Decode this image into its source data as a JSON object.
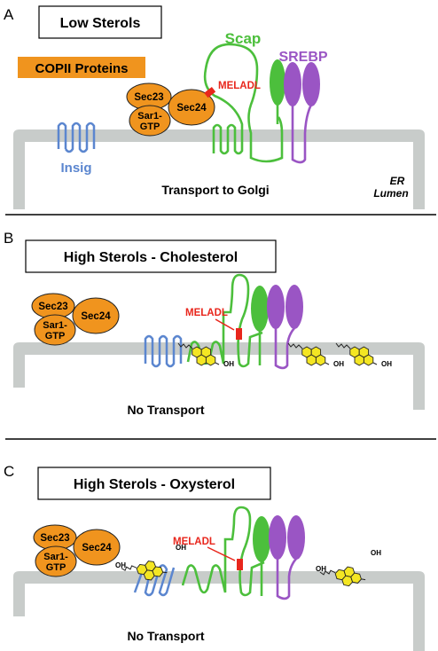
{
  "colors": {
    "membrane": "#c8ccca",
    "cop": "#f0941e",
    "scap": "#4cbf3c",
    "srebp": "#9a55c4",
    "insig": "#5b86cf",
    "meladl": "#e8261c",
    "sterol": "#f4e623",
    "rule": "#000000"
  },
  "panels": [
    {
      "letter": "A",
      "title": "Low Sterols",
      "copii_label": "COPII Proteins",
      "sec23": "Sec23",
      "sec24": "Sec24",
      "sar1_line1": "Sar1-",
      "sar1_line2": "GTP",
      "meladl": "MELADL",
      "scap": "Scap",
      "srebp": "SREBP",
      "insig": "Insig",
      "status": "Transport to Golgi",
      "lumen_line1": "ER",
      "lumen_line2": "Lumen"
    },
    {
      "letter": "B",
      "title": "High Sterols - Cholesterol",
      "sec23": "Sec23",
      "sec24": "Sec24",
      "sar1_line1": "Sar1-",
      "sar1_line2": "GTP",
      "meladl": "MELADL",
      "oh": "OH",
      "status": "No Transport"
    },
    {
      "letter": "C",
      "title": "High Sterols - Oxysterol",
      "sec23": "Sec23",
      "sec24": "Sec24",
      "sar1_line1": "Sar1-",
      "sar1_line2": "GTP",
      "meladl": "MELADL",
      "oh": "OH",
      "status": "No Transport"
    }
  ]
}
